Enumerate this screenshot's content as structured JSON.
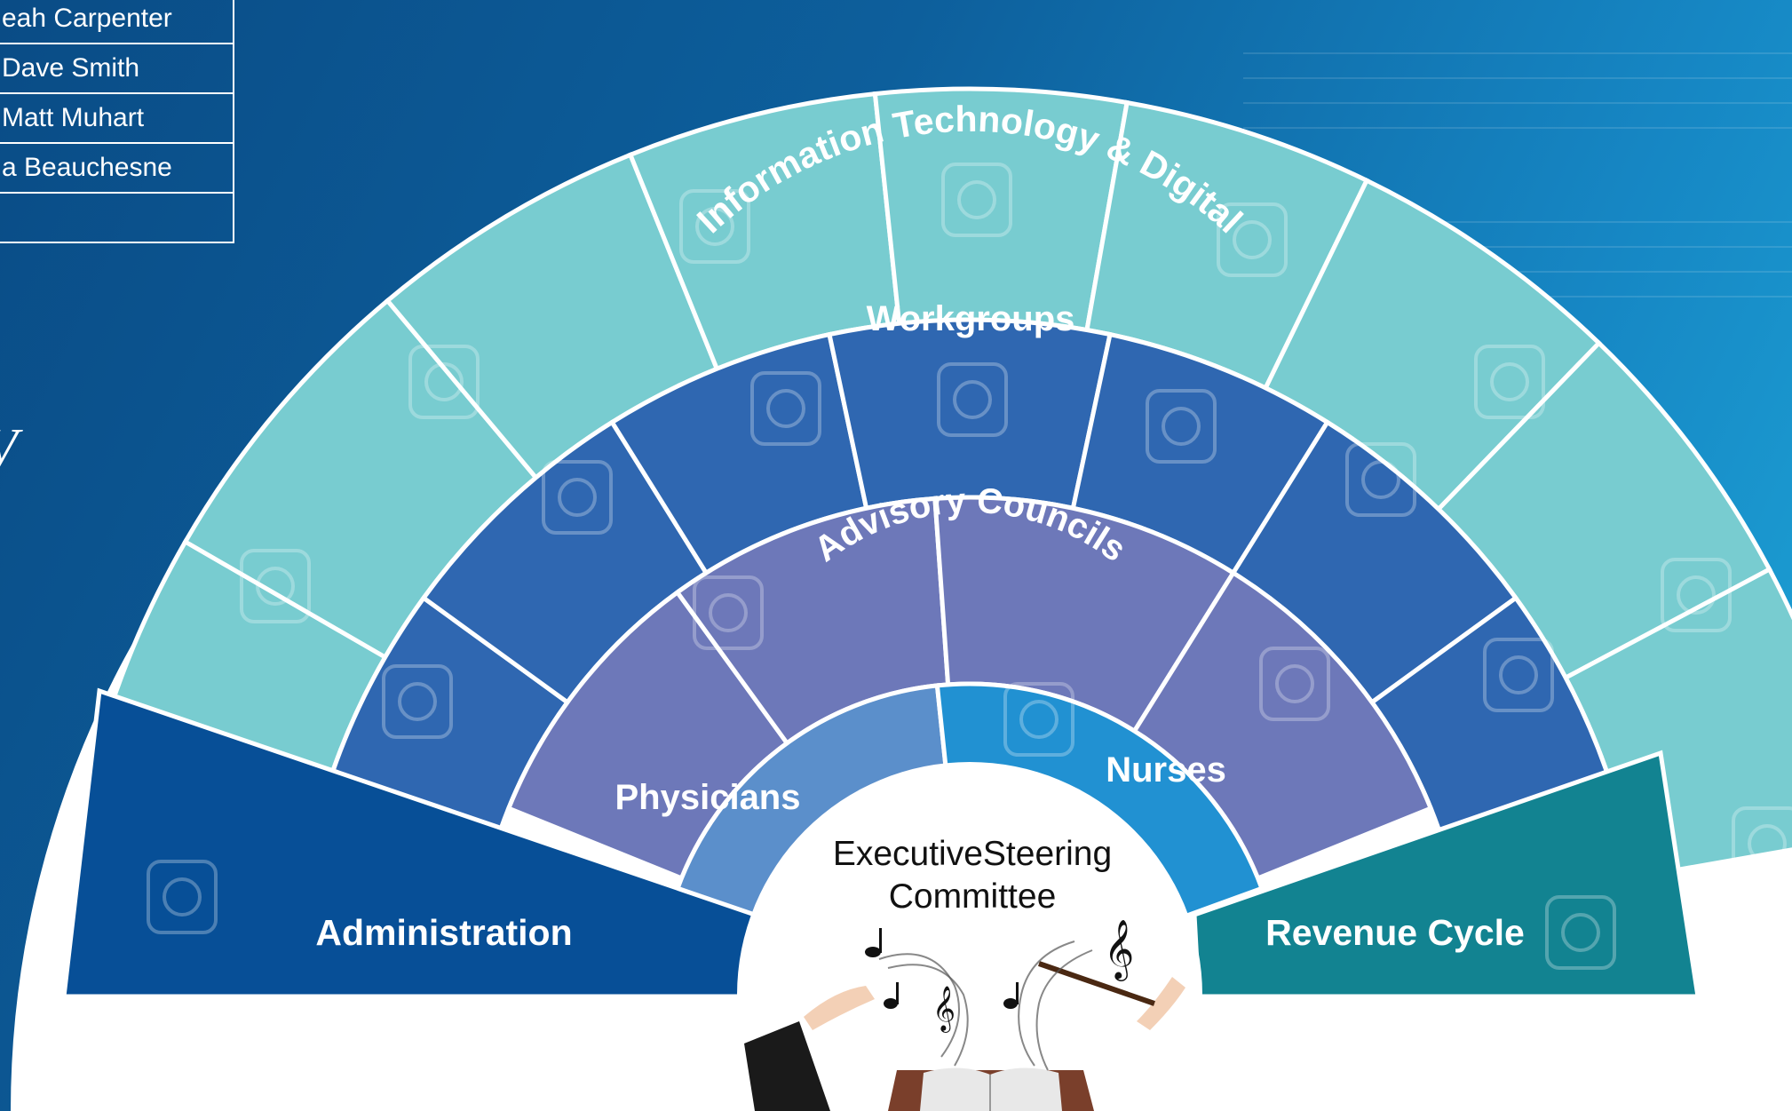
{
  "names": [
    "eah Carpenter",
    "Dave Smith",
    "Matt Muhart",
    "a Beauchesne",
    ""
  ],
  "side_glyph": "V",
  "rings": {
    "outer": "Information Technology & Digital",
    "workgroups": "Workgroups",
    "advisory": "Advisory Councils",
    "physicians": "Physicians",
    "nurses": "Nurses"
  },
  "base": {
    "left": "Administration",
    "right": "Revenue Cycle"
  },
  "center": {
    "line1": "ExecutiveSteering",
    "line2": "Committee"
  },
  "icons": [
    "cymbal-icon",
    "speaker-icon",
    "triangle-icon",
    "maracas-icon",
    "grand-piano-icon",
    "bongo-icon",
    "violin-icon",
    "harp-icon",
    "saxophone-icon",
    "french-horn-icon",
    "keyboard-icon",
    "balalaika-icon",
    "xylophone-icon",
    "banjo-icon",
    "mandolin-icon",
    "trumpet-icon",
    "clarinet-icon",
    "flute-icon",
    "conga-icon",
    "cello-icon",
    "conductor-icon"
  ],
  "colors": {
    "outer_ring": "#78ccd0",
    "workgroups": "#2f67b1",
    "advisory": "#6d78b9",
    "physicians": "#5b8fcb",
    "nurses": "#2191d2",
    "administration": "#074f97",
    "revenue_cycle": "#128391",
    "halo": "#ffffff"
  }
}
